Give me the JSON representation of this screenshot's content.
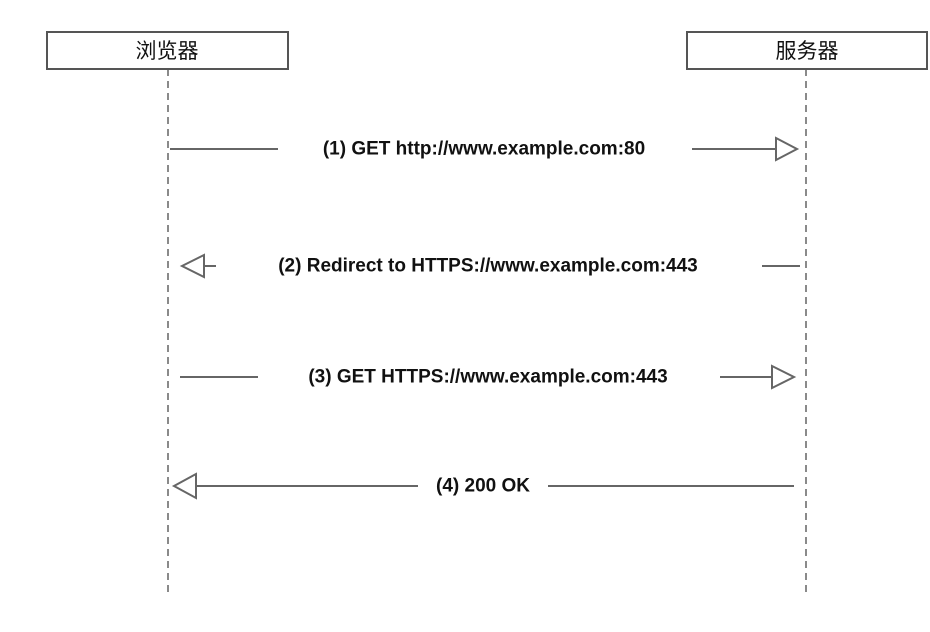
{
  "participants": {
    "browser": {
      "label": "浏览器"
    },
    "server": {
      "label": "服务器"
    }
  },
  "messages": [
    {
      "label": "(1)  GET http://www.example.com:80",
      "from": "browser",
      "to": "server"
    },
    {
      "label": "(2)  Redirect to HTTPS://www.example.com:443",
      "from": "server",
      "to": "browser"
    },
    {
      "label": "(3)  GET HTTPS://www.example.com:443",
      "from": "browser",
      "to": "server"
    },
    {
      "label": "(4)  200 OK",
      "from": "server",
      "to": "browser"
    }
  ]
}
